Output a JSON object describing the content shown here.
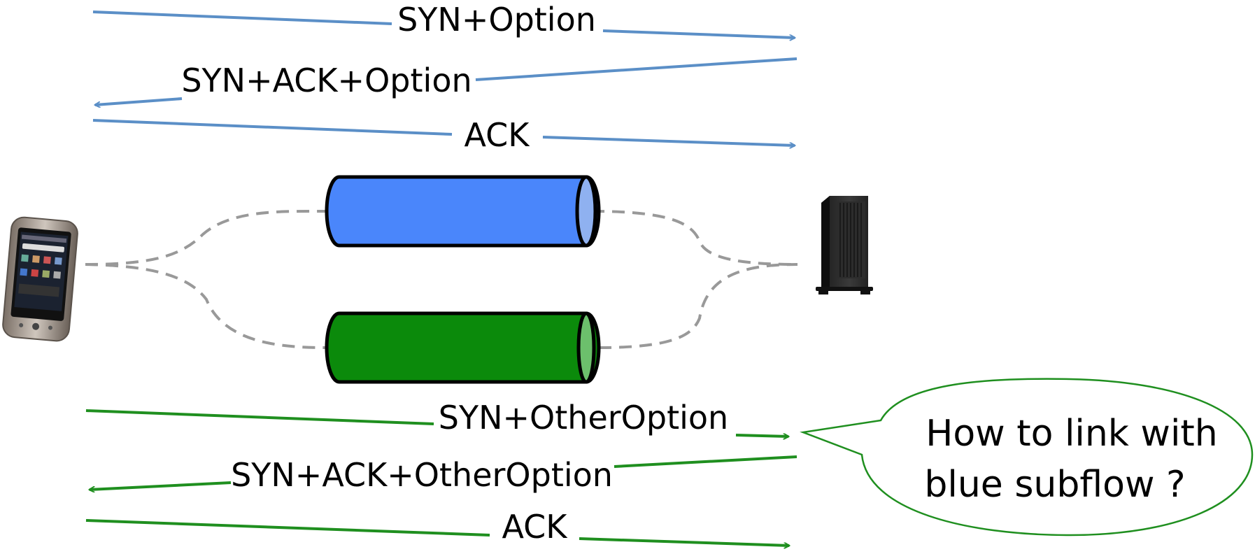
{
  "handshake_blue": {
    "color": "#5b8fc7",
    "messages": [
      {
        "label": "SYN+Option",
        "direction": "client-to-server"
      },
      {
        "label": "SYN+ACK+Option",
        "direction": "server-to-client"
      },
      {
        "label": "ACK",
        "direction": "client-to-server"
      }
    ]
  },
  "handshake_green": {
    "color": "#1f8f1f",
    "messages": [
      {
        "label": "SYN+OtherOption",
        "direction": "client-to-server"
      },
      {
        "label": "SYN+ACK+OtherOption",
        "direction": "server-to-client"
      },
      {
        "label": "ACK",
        "direction": "client-to-server"
      }
    ]
  },
  "subflows": [
    {
      "name": "blue",
      "color": "#4a86fb"
    },
    {
      "name": "green",
      "color": "#0b8a0b"
    }
  ],
  "endpoints": {
    "client_icon": "smartphone-icon",
    "server_icon": "server-tower-icon"
  },
  "callout": {
    "line1": "How to link with",
    "line2": "blue subflow ?"
  }
}
